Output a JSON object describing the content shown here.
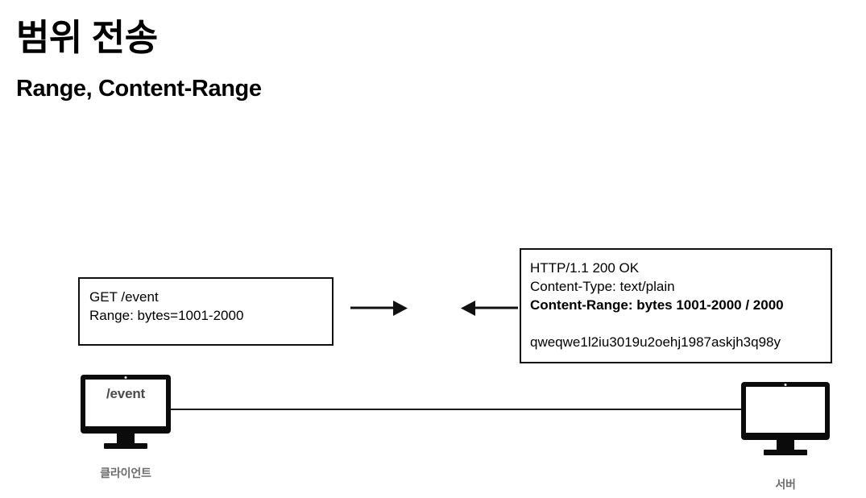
{
  "slide": {
    "title": "범위 전송",
    "subtitle": "Range, Content-Range"
  },
  "request_box": {
    "name": "http-request-message",
    "lines": [
      {
        "text": "GET /event",
        "bold": false
      },
      {
        "text": "Range: bytes=1001-2000",
        "bold": false
      }
    ]
  },
  "response_box": {
    "name": "http-response-message",
    "lines": [
      {
        "text": "HTTP/1.1 200 OK",
        "bold": false
      },
      {
        "text": "Content-Type: text/plain",
        "bold": false
      },
      {
        "text": "Content-Range: bytes 1001-2000 / 2000",
        "bold": true
      },
      {
        "text": "",
        "bold": false
      },
      {
        "text": "qweqwe1l2iu3019u2oehj1987askjh3q98y",
        "bold": false
      }
    ]
  },
  "arrows": {
    "request_direction": "right",
    "response_direction": "left"
  },
  "client": {
    "screen_text": "/event",
    "label": "클라이언트"
  },
  "server": {
    "screen_text": "",
    "label": "서버"
  },
  "colors": {
    "background": "#ffffff",
    "text": "#000000",
    "box_border": "#111111",
    "device": "#0b0b0b",
    "label": "#6d6d6d",
    "screen_text": "#4a4a4a"
  }
}
